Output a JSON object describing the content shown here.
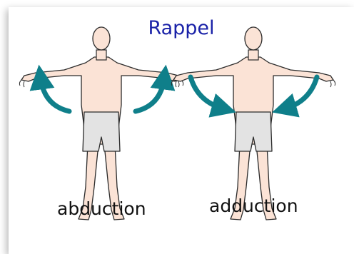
{
  "title": "Rappel",
  "figures": [
    {
      "label": "abduction",
      "arrow_direction": "up"
    },
    {
      "label": "adduction",
      "arrow_direction": "down"
    }
  ],
  "colors": {
    "title": "#1a22a8",
    "skin": "#fbe3d6",
    "outline": "#2b2b2b",
    "shorts": "#e3e3e3",
    "arrow": "#0f7f8a"
  }
}
